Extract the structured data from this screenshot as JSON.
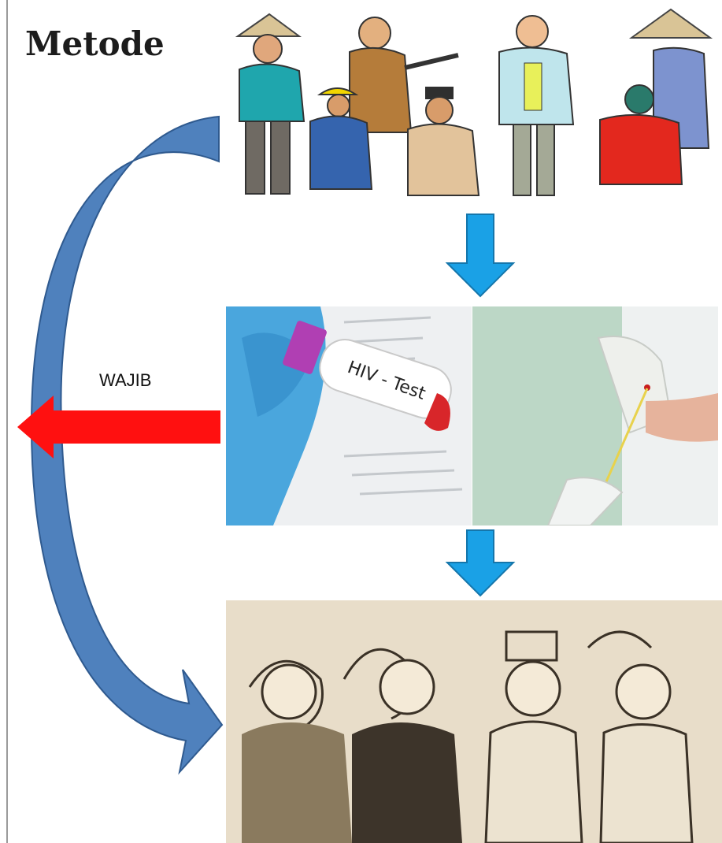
{
  "title": "Metode",
  "arrow_label": "WAJIB",
  "colors": {
    "down_arrow": "#1aa1e6",
    "side_arrow": "#ff1010",
    "curved_arrow": "#4f81bd",
    "rule": "#9a9a9a"
  },
  "images": [
    {
      "name": "community-group-illustration",
      "depicts": "group of villagers talking, one wearing an ID badge"
    },
    {
      "name": "hiv-test-tube-photo",
      "depicts": "gloved hand holding blood sample tube",
      "label": "HIV - Test"
    },
    {
      "name": "blood-sampling-photo",
      "depicts": "finger prick blood test with pipette"
    },
    {
      "name": "wedding-illustration",
      "depicts": "sketch of wedding couple greeting guests"
    }
  ]
}
